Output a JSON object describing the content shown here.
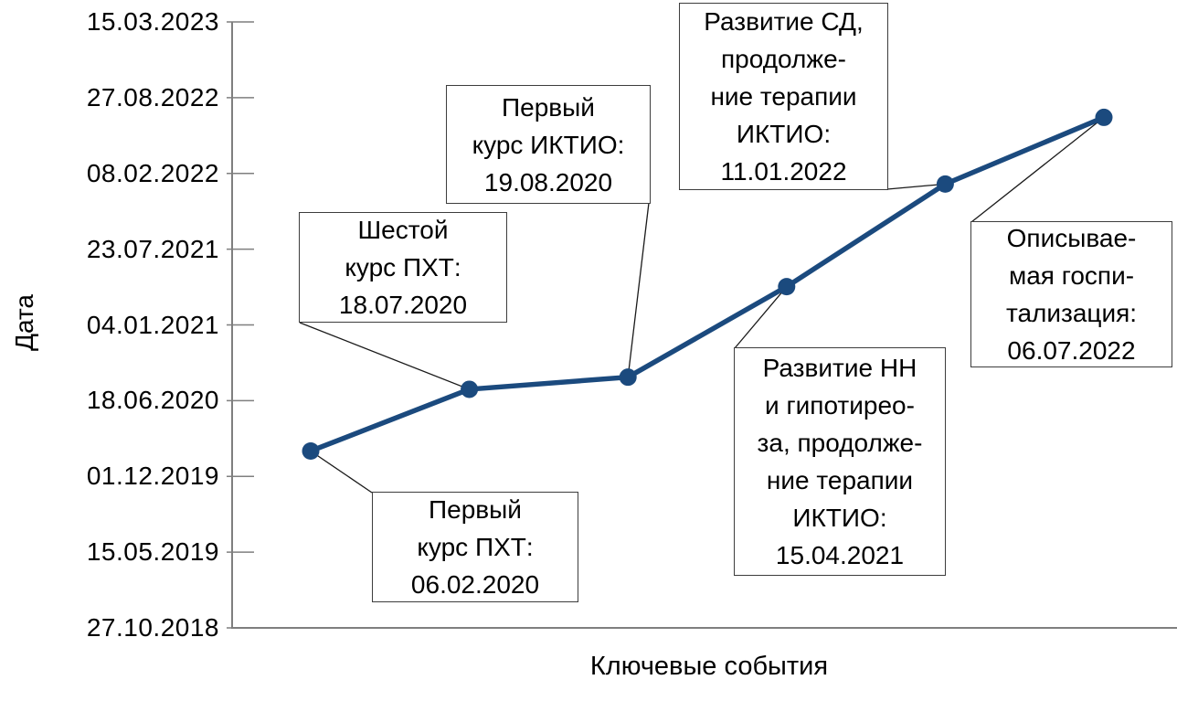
{
  "chart_data": {
    "type": "line",
    "title": "",
    "xlabel": "Ключевые события",
    "ylabel": "Дата",
    "grid": false,
    "legend": "none",
    "line_color": "#1b4a7e",
    "marker_color": "#1b4a7e",
    "axis_color": "#7f7f7f",
    "y_axis": {
      "tick_labels": [
        "15.03.2023",
        "27.08.2022",
        "08.02.2022",
        "23.07.2021",
        "04.01.2021",
        "18.06.2020",
        "01.12.2019",
        "15.05.2019",
        "27.10.2018"
      ],
      "range": [
        "27.10.2018",
        "15.03.2023"
      ]
    },
    "series": [
      {
        "name": "Ключевые события",
        "points": [
          {
            "event": "Первый курс ПХТ",
            "date": "06.02.2020"
          },
          {
            "event": "Шестой курс ПХТ",
            "date": "18.07.2020"
          },
          {
            "event": "Первый курс ИКТИО",
            "date": "19.08.2020"
          },
          {
            "event": "Развитие НН и гипотиреоза, продолжение терапии ИКТИО",
            "date": "15.04.2021"
          },
          {
            "event": "Развитие СД, продолжение терапии ИКТИО",
            "date": "11.01.2022"
          },
          {
            "event": "Описываемая госпитализация",
            "date": "06.07.2022"
          }
        ]
      }
    ]
  },
  "annotations": [
    {
      "text": "Первый\nкурс ПХТ:\n06.02.2020"
    },
    {
      "text": "Шестой\nкурс ПХТ:\n18.07.2020"
    },
    {
      "text": "Первый\nкурс ИКТИО:\n19.08.2020"
    },
    {
      "text": "Развитие НН\nи гипотирео-\nза, продолже-\nние терапии\nИКТИО:\n15.04.2021"
    },
    {
      "text": "Развитие СД,\nпродолже-\nние терапии\nИКТИО:\n11.01.2022"
    },
    {
      "text": "Описывае-\nмая госпи-\nтализация:\n06.07.2022"
    }
  ]
}
